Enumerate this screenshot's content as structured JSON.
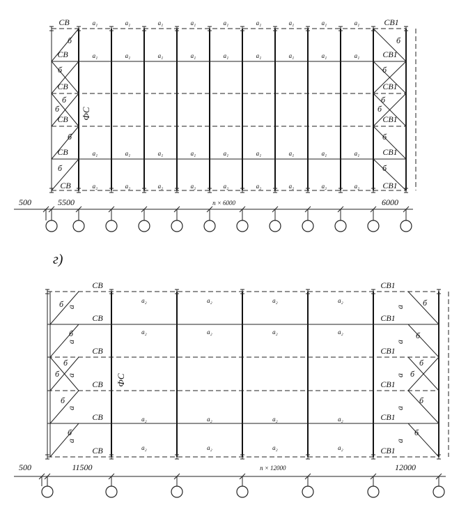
{
  "top_plan": {
    "strut_left": "CB",
    "strut_right": "CB1",
    "beam_a1": "a₁",
    "beam_a2": "a₂",
    "brace_mark": "б",
    "frame_label": "ФС",
    "dim_overhang": "500",
    "dim_first": "5500",
    "dim_repeat_n": "n ×",
    "dim_repeat_val": "6000",
    "dim_last": "6000"
  },
  "section_label": "г)",
  "bottom_plan": {
    "strut_left": "CB",
    "strut_right": "CB1",
    "beam_a2": "a₂",
    "beam_a": "a",
    "brace_mark": "б",
    "frame_label": "ФС",
    "dim_overhang": "500",
    "dim_first": "11500",
    "dim_repeat_n": "n ×",
    "dim_repeat_val": "12000",
    "dim_last": "12000"
  }
}
